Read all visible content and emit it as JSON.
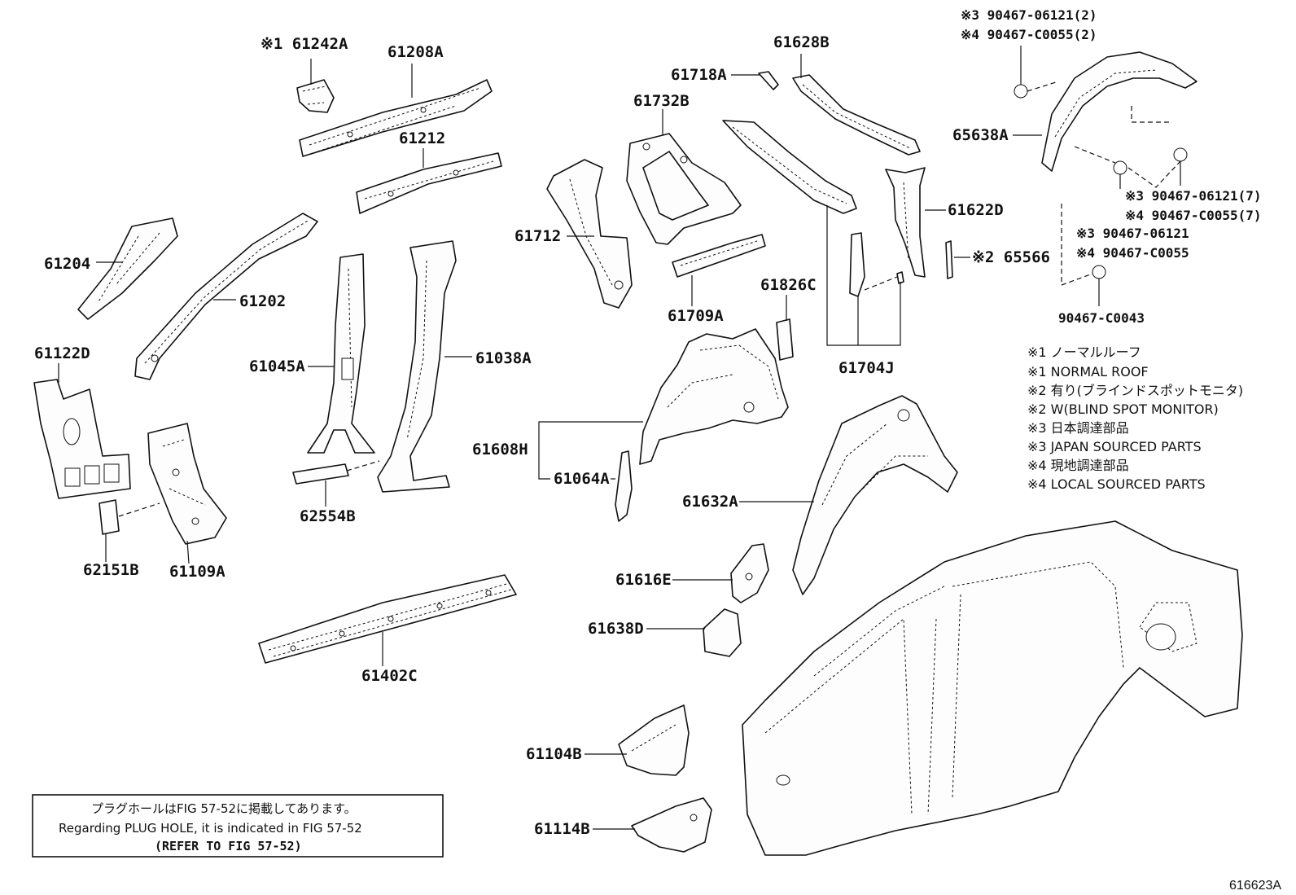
{
  "figure_id": "616623A",
  "labels": {
    "p61242A": "※1 61242A",
    "p61208A": "61208A",
    "p61212": "61212",
    "p61204": "61204",
    "p61202": "61202",
    "p61122D": "61122D",
    "p62151B": "62151B",
    "p61109A": "61109A",
    "p61045A": "61045A",
    "p61038A": "61038A",
    "p62554B": "62554B",
    "p61402C": "61402C",
    "p61712": "61712",
    "p61732B": "61732B",
    "p61718A": "61718A",
    "p61628B": "61628B",
    "p61709A": "61709A",
    "p61826C": "61826C",
    "p61704J": "61704J",
    "p61622D": "61622D",
    "p65566": "※2 65566",
    "p61608H": "61608H",
    "p61064A": "61064A",
    "p61632A": "61632A",
    "p61616E": "61616E",
    "p61638D": "61638D",
    "p61104B": "61104B",
    "p61114B": "61114B",
    "p65638A": "65638A",
    "clip_top_1": "※3 90467-06121(2)",
    "clip_top_2": "※4 90467-C0055(2)",
    "clip_mid_1": "※3 90467-06121(7)",
    "clip_mid_2": "※4 90467-C0055(7)",
    "clip_low_1": "※3 90467-06121",
    "clip_low_2": "※4 90467-C0055",
    "clip_bottom": "90467-C0043"
  },
  "legend": [
    "※1 ノーマルルーフ",
    "※1 NORMAL ROOF",
    "※2 有り(ブラインドスポットモニタ)",
    "※2 W(BLIND SPOT MONITOR)",
    "※3 日本調達部品",
    "※3 JAPAN SOURCED PARTS",
    "※4 現地調達部品",
    "※4 LOCAL SOURCED PARTS"
  ],
  "note_box": {
    "line1": "プラグホールはFIG 57-52に掲載してあります。",
    "line2": "Regarding PLUG HOLE, it is indicated in FIG 57-52",
    "line3": "(REFER TO FIG 57-52)"
  }
}
